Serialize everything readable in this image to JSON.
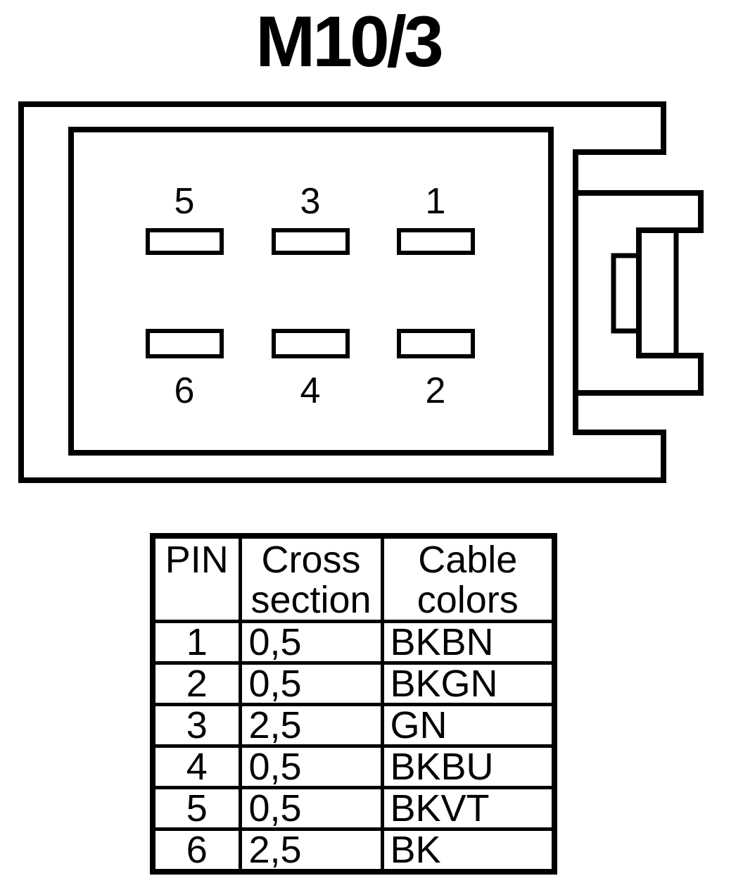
{
  "title": "M10/3",
  "connector": {
    "pin_labels_top": [
      "5",
      "3",
      "1"
    ],
    "pin_labels_bottom": [
      "6",
      "4",
      "2"
    ]
  },
  "pin_table": {
    "columns": [
      "PIN",
      "Cross section",
      "Cable colors"
    ],
    "rows": [
      {
        "pin": "1",
        "cross_section": "0,5",
        "cable_colors": "BKBN"
      },
      {
        "pin": "2",
        "cross_section": "0,5",
        "cable_colors": "BKGN"
      },
      {
        "pin": "3",
        "cross_section": "2,5",
        "cable_colors": "GN"
      },
      {
        "pin": "4",
        "cross_section": "0,5",
        "cable_colors": "BKBU"
      },
      {
        "pin": "5",
        "cross_section": "0,5",
        "cable_colors": "BKVT"
      },
      {
        "pin": "6",
        "cross_section": "2,5",
        "cable_colors": "BK"
      }
    ]
  },
  "colors": {
    "line": "#000000",
    "background": "#ffffff"
  }
}
